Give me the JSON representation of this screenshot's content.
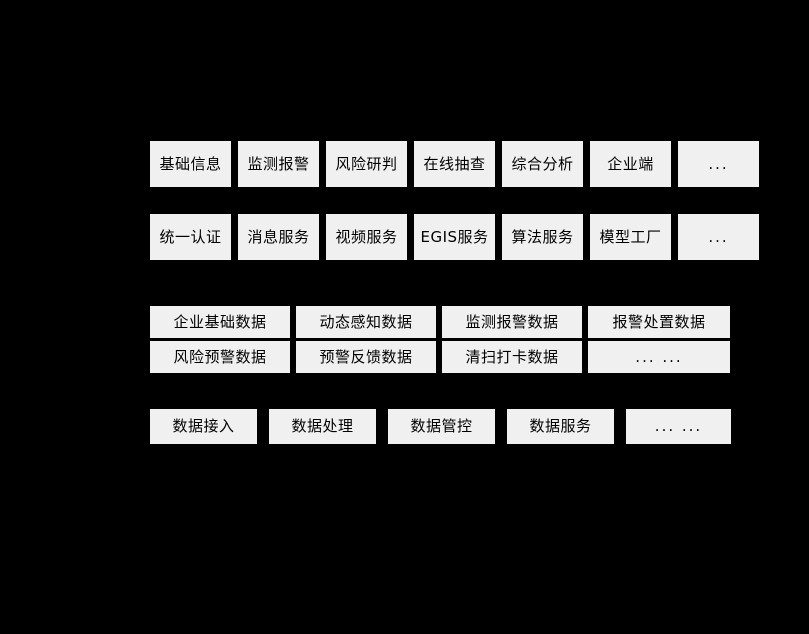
{
  "diagram": {
    "background_color": "#000000",
    "box_fill_color": "#f0f0f0",
    "box_text_color": "#000000",
    "layers": [
      {
        "id": "application_layer",
        "boxes": [
          {
            "label": "基础信息"
          },
          {
            "label": "监测报警"
          },
          {
            "label": "风险研判"
          },
          {
            "label": "在线抽查"
          },
          {
            "label": "综合分析"
          },
          {
            "label": "企业端"
          },
          {
            "label": "..."
          }
        ]
      },
      {
        "id": "service_layer",
        "boxes": [
          {
            "label": "统一认证"
          },
          {
            "label": "消息服务"
          },
          {
            "label": "视频服务"
          },
          {
            "label": "EGIS服务"
          },
          {
            "label": "算法服务"
          },
          {
            "label": "模型工厂"
          },
          {
            "label": "..."
          }
        ]
      },
      {
        "id": "data_resource_layer_row1",
        "boxes": [
          {
            "label": "企业基础数据"
          },
          {
            "label": "动态感知数据"
          },
          {
            "label": "监测报警数据"
          },
          {
            "label": "报警处置数据"
          }
        ]
      },
      {
        "id": "data_resource_layer_row2",
        "boxes": [
          {
            "label": "风险预警数据"
          },
          {
            "label": "预警反馈数据"
          },
          {
            "label": "清扫打卡数据"
          },
          {
            "label": "... ..."
          }
        ]
      },
      {
        "id": "platform_layer",
        "boxes": [
          {
            "label": "数据接入"
          },
          {
            "label": "数据处理"
          },
          {
            "label": "数据管控"
          },
          {
            "label": "数据服务"
          },
          {
            "label": "... ..."
          }
        ]
      }
    ]
  }
}
